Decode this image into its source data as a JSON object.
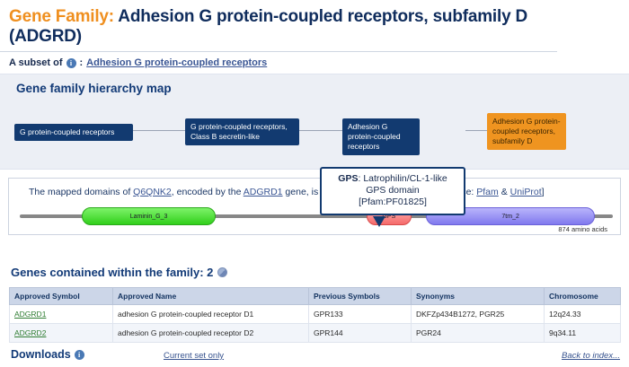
{
  "header": {
    "prefix": "Gene Family:",
    "name_line1": "Adhesion G protein-coupled receptors, subfamily D",
    "name_line2": "(ADGRD)",
    "subset_label": "A subset of",
    "subset_info_icon": "info-icon",
    "subset_separator": ":",
    "subset_link": "Adhesion G protein-coupled receptors"
  },
  "hierarchy": {
    "title": "Gene family hierarchy map",
    "nodes": [
      {
        "label": "G protein-coupled receptors",
        "current": false
      },
      {
        "label": "G protein-coupled receptors, Class B secretin-like",
        "current": false
      },
      {
        "label": "Adhesion G protein-coupled receptors",
        "current": false
      },
      {
        "label": "Adhesion G protein-coupled receptors, subfamily D",
        "current": true
      }
    ],
    "node_color": "#123a70",
    "current_color": "#ef9420"
  },
  "domains": {
    "sentence_part1": "The mapped domains of ",
    "uniprot_accession": "Q6QNK2",
    "sentence_part2": ", encoded by the ",
    "gene_link": "ADGRD1",
    "sentence_part3": " gene, is representative of the family. [Source: ",
    "source_pfam": "Pfam",
    "source_amp": " & ",
    "source_uniprot": "UniProt",
    "sentence_part4": "]",
    "length_label": "874 amino acids",
    "tracks": [
      {
        "name": "Laminin_G_3",
        "color": "#3ed02a",
        "left_pct": 10.5,
        "width_pct": 22.5
      },
      {
        "name": "GPS",
        "color": "#f56a6a",
        "left_pct": 58.5,
        "width_pct": 7.5
      },
      {
        "name": "7tm_2",
        "color": "#8079ee",
        "left_pct": 68.5,
        "width_pct": 28.5
      }
    ]
  },
  "tooltip": {
    "domain_name": "GPS",
    "description": ": Latrophilin/CL-1-like GPS domain",
    "pfam": "[Pfam:PF01825]"
  },
  "genes_section": {
    "heading": "Genes contained within the family: 2",
    "sort_icon": "sort-icon",
    "columns": [
      "Approved Symbol",
      "Approved Name",
      "Previous Symbols",
      "Synonyms",
      "Chromosome"
    ],
    "rows": [
      {
        "symbol": "ADGRD1",
        "name": "adhesion G protein-coupled receptor D1",
        "previous": "GPR133",
        "synonyms": "DKFZp434B1272, PGR25",
        "chromosome": "12q24.33"
      },
      {
        "symbol": "ADGRD2",
        "name": "adhesion G protein-coupled receptor D2",
        "previous": "GPR144",
        "synonyms": "PGR24",
        "chromosome": "9q34.11"
      }
    ]
  },
  "downloads": {
    "title": "Downloads",
    "info_icon": "info-icon",
    "current_set_link": "Current set only",
    "back_link": "Back to index..."
  }
}
